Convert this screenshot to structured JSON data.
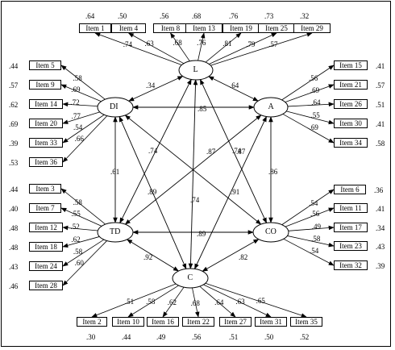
{
  "factors": {
    "L": {
      "name": "L",
      "items": [
        {
          "item": "Item 1",
          "error": ".64",
          "loading": ".74"
        },
        {
          "item": "Item 4",
          "error": ".50",
          "loading": ".63"
        },
        {
          "item": "Item 8",
          "error": ".56",
          "loading": ".68"
        },
        {
          "item": "Item 13",
          "error": ".68",
          "loading": ".76"
        },
        {
          "item": "Item 19",
          "error": ".76",
          "loading": ".81"
        },
        {
          "item": "Item 25",
          "error": ".73",
          "loading": ".79"
        },
        {
          "item": "Item 29",
          "error": ".32",
          "loading": ".57"
        }
      ]
    },
    "DI": {
      "name": "DI",
      "items": [
        {
          "item": "Item 5",
          "error": ".44",
          "loading": ".58"
        },
        {
          "item": "Item 9",
          "error": ".57",
          "loading": ".69"
        },
        {
          "item": "Item 14",
          "error": ".62",
          "loading": ".72"
        },
        {
          "item": "Item 20",
          "error": ".69",
          "loading": ".77"
        },
        {
          "item": "Item 33",
          "error": ".39",
          "loading": ".54"
        },
        {
          "item": "Item 36",
          "error": ".53",
          "loading": ".66"
        }
      ]
    },
    "A": {
      "name": "A",
      "items": [
        {
          "item": "Item 15",
          "error": ".41",
          "loading": ".56"
        },
        {
          "item": "Item 21",
          "error": ".57",
          "loading": ".69"
        },
        {
          "item": "Item 26",
          "error": ".51",
          "loading": ".64"
        },
        {
          "item": "Item 30",
          "error": ".41",
          "loading": ".55"
        },
        {
          "item": "Item 34",
          "error": ".58",
          "loading": ".69"
        }
      ]
    },
    "TD": {
      "name": "TD",
      "items": [
        {
          "item": "Item 3",
          "error": ".44",
          "loading": ".58"
        },
        {
          "item": "Item 7",
          "error": ".40",
          "loading": ".55"
        },
        {
          "item": "Item 12",
          "error": ".48",
          "loading": ".52"
        },
        {
          "item": "Item 18",
          "error": ".48",
          "loading": ".62"
        },
        {
          "item": "Item 24",
          "error": ".43",
          "loading": ".58"
        },
        {
          "item": "Item 28",
          "error": ".46",
          "loading": ".60"
        }
      ]
    },
    "CO": {
      "name": "CO",
      "items": [
        {
          "item": "Item 6",
          "error": ".36",
          "loading": ".54"
        },
        {
          "item": "Item 11",
          "error": ".41",
          "loading": ".56"
        },
        {
          "item": "Item 17",
          "error": ".34",
          "loading": ".49"
        },
        {
          "item": "Item 23",
          "error": ".43",
          "loading": ".58"
        },
        {
          "item": "Item 32",
          "error": ".39",
          "loading": ".54"
        }
      ]
    },
    "C": {
      "name": "C",
      "items": [
        {
          "item": "Item 2",
          "error": ".30",
          "loading": ".51"
        },
        {
          "item": "Item 10",
          "error": ".44",
          "loading": ".58"
        },
        {
          "item": "Item 16",
          "error": ".49",
          "loading": ".62"
        },
        {
          "item": "Item 22",
          "error": ".56",
          "loading": ".68"
        },
        {
          "item": "Item 27",
          "error": ".51",
          "loading": ".64"
        },
        {
          "item": "Item 31",
          "error": ".50",
          "loading": ".63"
        },
        {
          "item": "Item 35",
          "error": ".52",
          "loading": ".65"
        }
      ]
    }
  },
  "correlations": [
    {
      "from": "L",
      "to": "DI",
      "value": ".34"
    },
    {
      "from": "L",
      "to": "A",
      "value": ".64"
    },
    {
      "from": "DI",
      "to": "A",
      "value": ".85"
    },
    {
      "from": "DI",
      "to": "TD",
      "value": ".61"
    },
    {
      "from": "A",
      "to": "CO",
      "value": ".86"
    },
    {
      "from": "TD",
      "to": "CO",
      "value": ".89"
    },
    {
      "from": "TD",
      "to": "C",
      "value": ".92"
    },
    {
      "from": "CO",
      "to": "C",
      "value": ".82"
    },
    {
      "from": "L",
      "to": "C",
      "value": ".74"
    },
    {
      "from": "L",
      "to": "TD",
      "value": ".74"
    },
    {
      "from": "L",
      "to": "CO",
      "value": ".74"
    },
    {
      "from": "DI",
      "to": "CO",
      "value": ".87"
    },
    {
      "from": "A",
      "to": "TD",
      "value": ".87"
    },
    {
      "from": "DI",
      "to": "C",
      "value": ".89"
    },
    {
      "from": "A",
      "to": "C",
      "value": ".91"
    }
  ]
}
